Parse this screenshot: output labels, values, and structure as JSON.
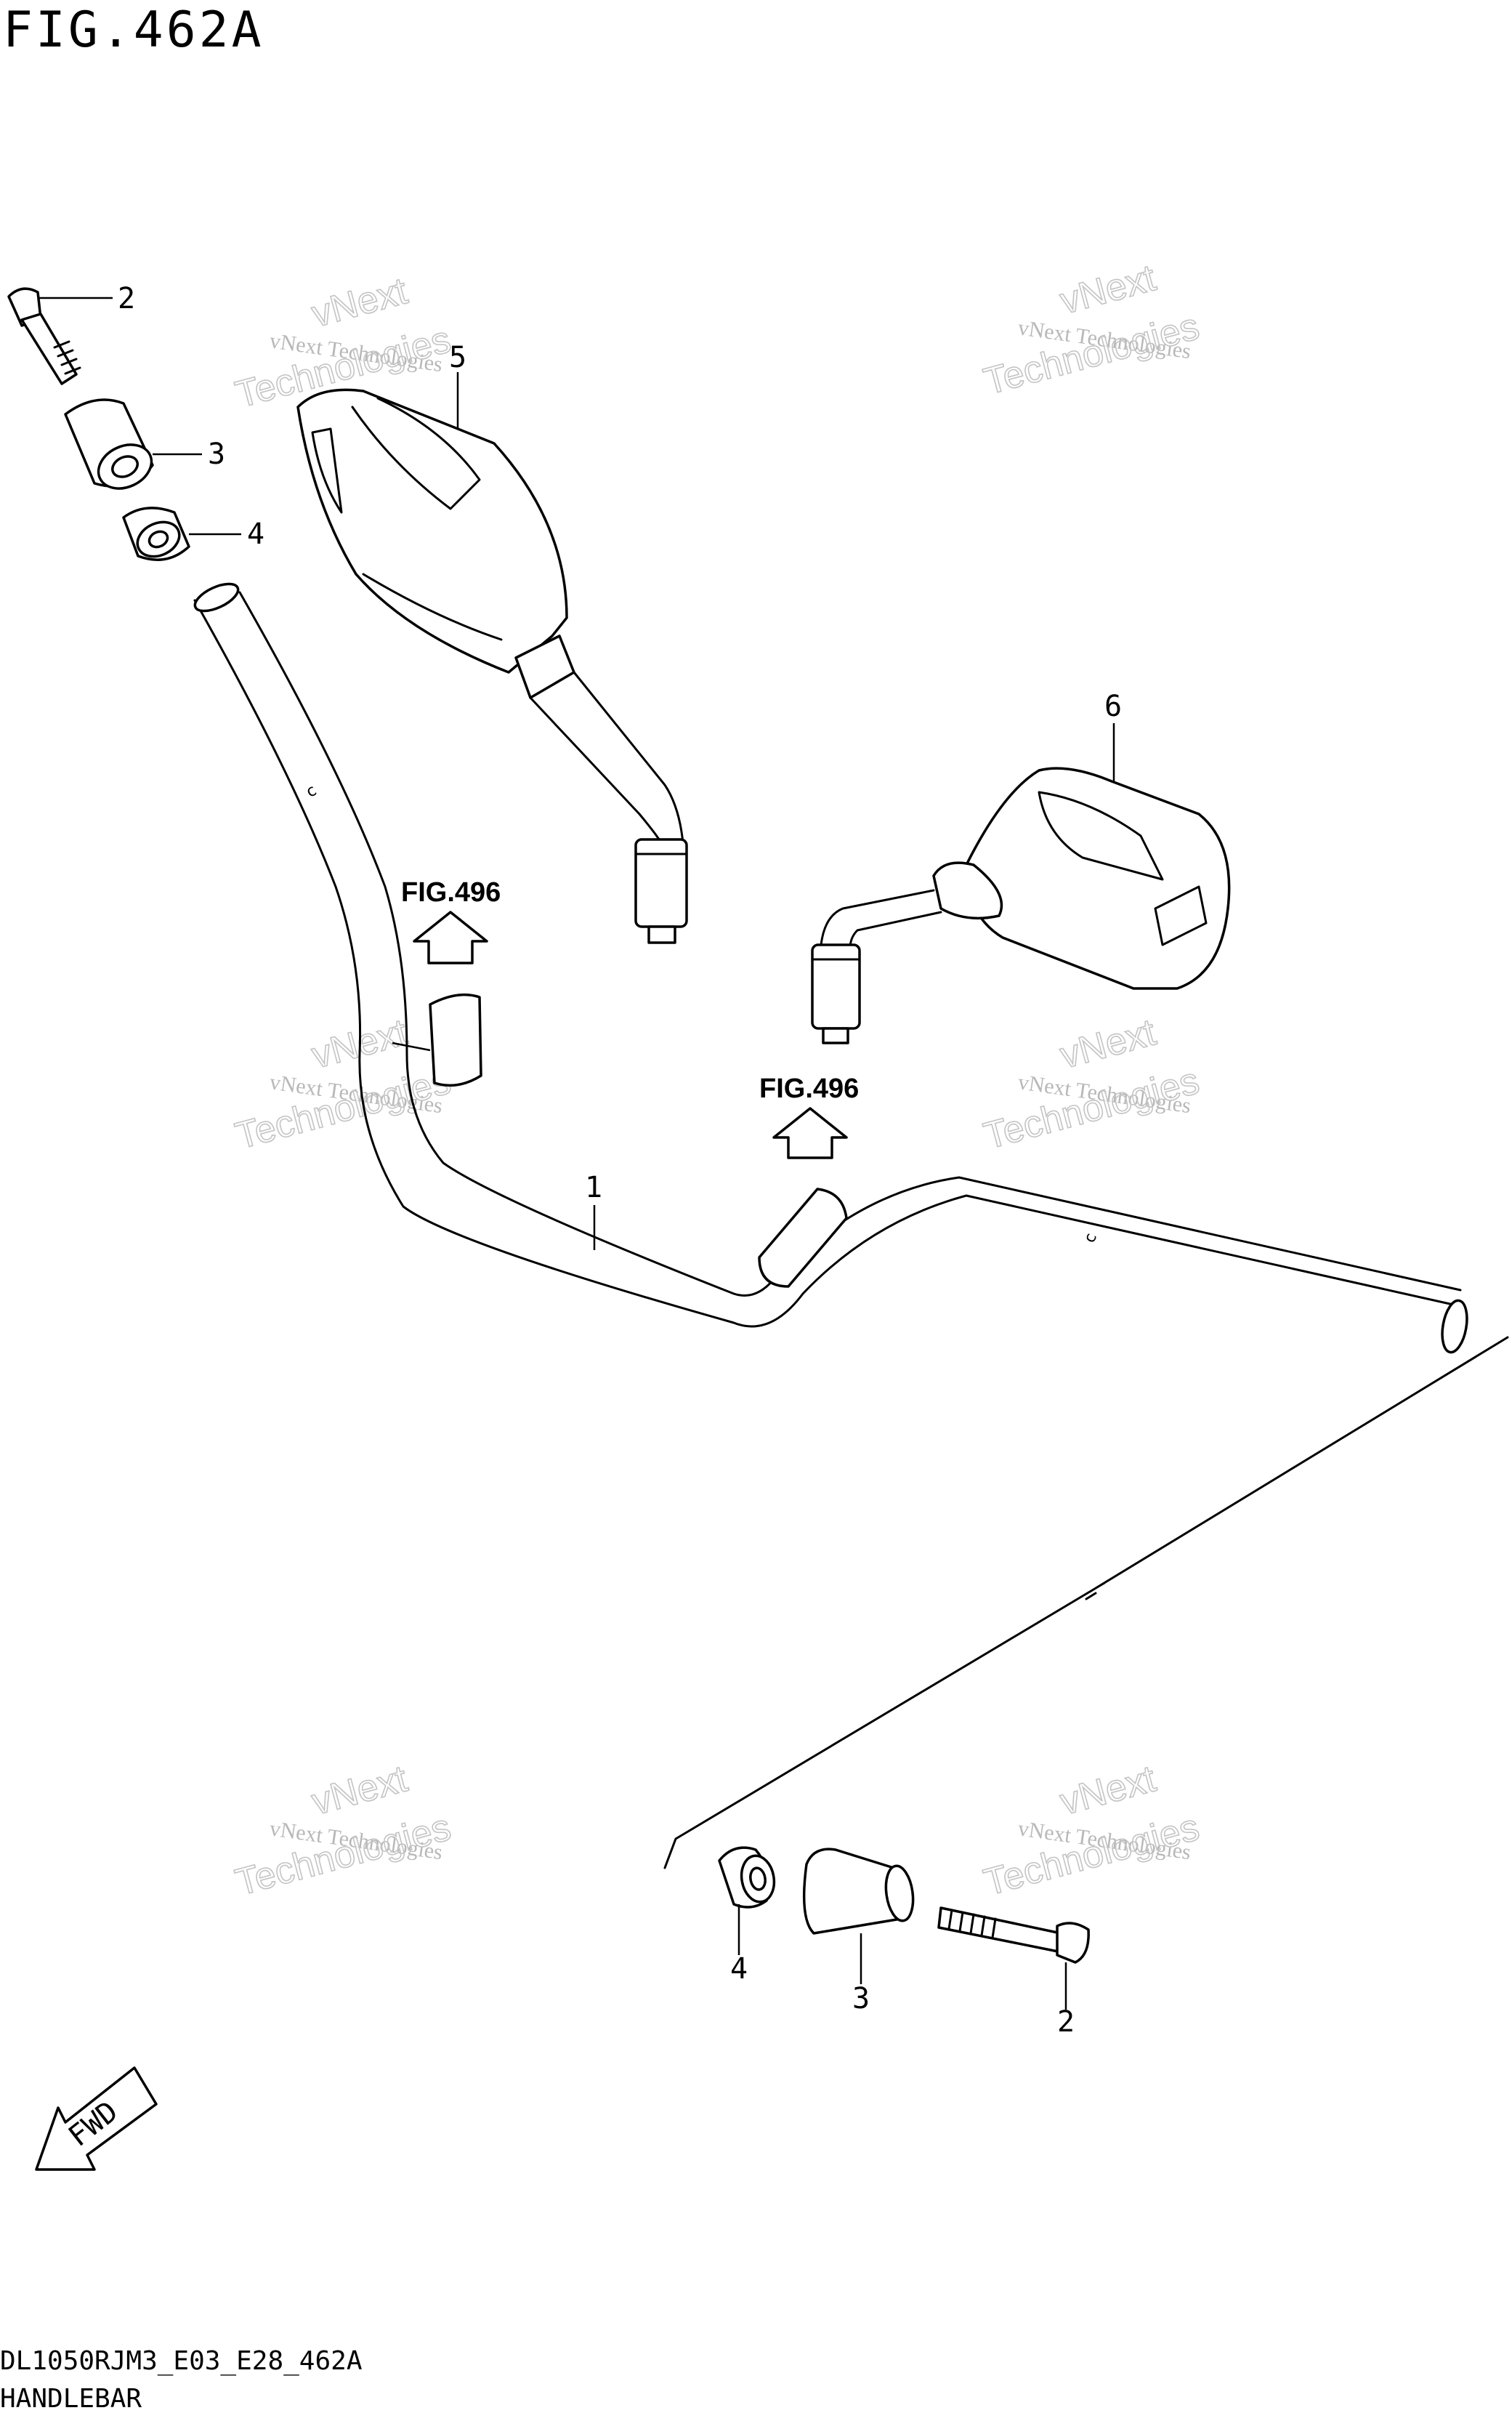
{
  "figure": {
    "title": "FIG.462A",
    "code": "DL1050RJM3_E03_E28_462A",
    "name": "HANDLEBAR"
  },
  "references": [
    "FIG.496",
    "FIG.496"
  ],
  "callouts": [
    "1",
    "2",
    "3",
    "4",
    "5",
    "6",
    "2",
    "3",
    "4"
  ],
  "fwd_label": "FWD",
  "watermark": {
    "line1": "vNext Technologies",
    "line2": "vNext",
    "line3": "Technologies"
  }
}
